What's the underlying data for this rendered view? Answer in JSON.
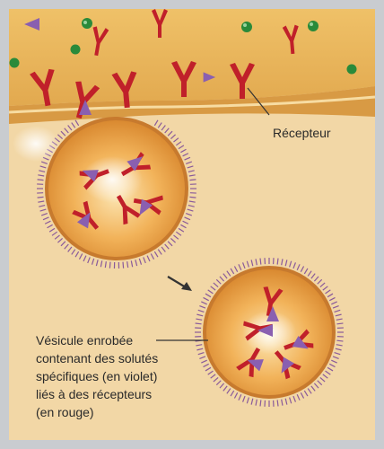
{
  "labels": {
    "receptor": "Récepteur",
    "vesicle_lines": [
      "Vésicule enrobée",
      "contenant des solutés",
      "spécifiques (en violet)",
      "liés à des récepteurs",
      "(en rouge)"
    ]
  },
  "colors": {
    "receptor": "#c0202a",
    "solute": "#8a5fb0",
    "green_molecule": "#2a8a3a",
    "cytoplasm": "#f2d7a6",
    "outside": "#e8b65c",
    "membrane": "#c48a3a",
    "frame": "#c9ccd0"
  }
}
